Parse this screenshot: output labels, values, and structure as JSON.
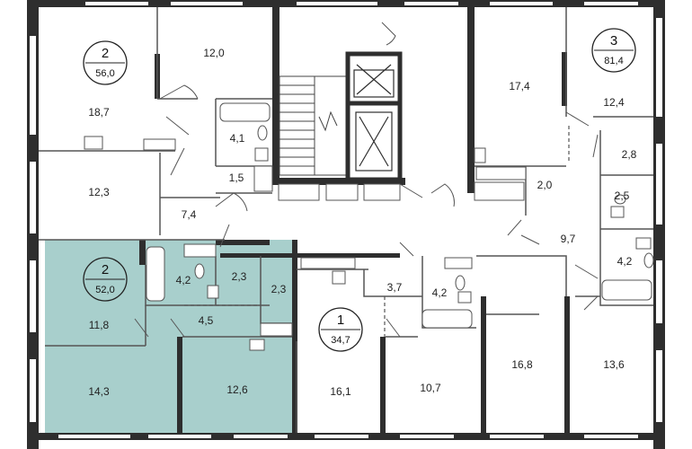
{
  "colors": {
    "highlight": "#a8cfcc",
    "wall": "#2e2e2e",
    "thin_line": "#555555",
    "background": "#ffffff"
  },
  "apartments": [
    {
      "id": "apt-2-top",
      "rooms": "2",
      "area": "56,0",
      "highlighted": false
    },
    {
      "id": "apt-3",
      "rooms": "3",
      "area": "81,4",
      "highlighted": false
    },
    {
      "id": "apt-2-selected",
      "rooms": "2",
      "area": "52,0",
      "highlighted": true
    },
    {
      "id": "apt-1",
      "rooms": "1",
      "area": "34,7",
      "highlighted": false
    }
  ],
  "room_areas": {
    "r_12_0": "12,0",
    "r_18_7": "18,7",
    "r_4_1": "4,1",
    "r_1_5": "1,5",
    "r_12_3": "12,3",
    "r_7_4": "7,4",
    "r_17_4": "17,4",
    "r_12_4": "12,4",
    "r_2_8": "2,8",
    "r_2_0": "2,0",
    "r_2_5": "2,5",
    "r_9_7": "9,7",
    "r_4_2_right": "4,2",
    "r_4_2_sel": "4,2",
    "r_2_3_a": "2,3",
    "r_2_3_b": "2,3",
    "r_11_8": "11,8",
    "r_4_5": "4,5",
    "r_3_7": "3,7",
    "r_4_2_mid": "4,2",
    "r_14_3": "14,3",
    "r_12_6": "12,6",
    "r_16_1": "16,1",
    "r_10_7": "10,7",
    "r_16_8": "16,8",
    "r_13_6": "13,6"
  },
  "icons": {
    "elevator": "elevator-icon",
    "stairs": "staircase-icon",
    "bathtub": "bathtub-icon",
    "toilet": "toilet-icon",
    "sink": "sink-icon",
    "door": "door-swing-icon"
  }
}
